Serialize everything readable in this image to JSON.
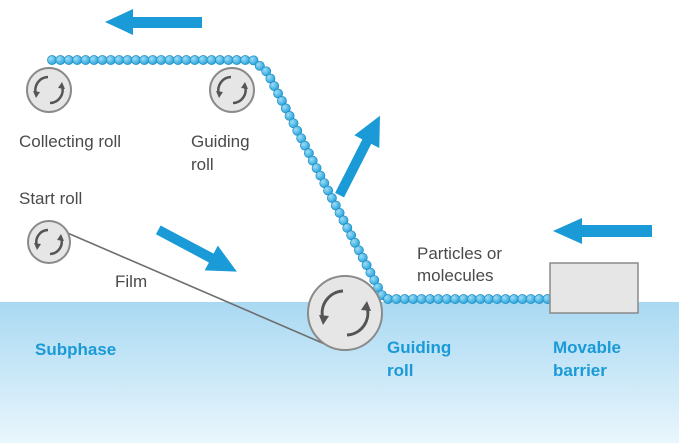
{
  "labels": {
    "collecting_roll": "Collecting roll",
    "guiding_roll_top_line1": "Guiding",
    "guiding_roll_top_line2": "roll",
    "start_roll": "Start roll",
    "film": "Film",
    "particles_line1": "Particles or",
    "particles_line2": "molecules",
    "subphase": "Subphase",
    "guiding_roll_bottom_line1": "Guiding",
    "guiding_roll_bottom_line2": "roll",
    "movable_barrier_line1": "Movable",
    "movable_barrier_line2": "barrier"
  },
  "colors": {
    "subphase_top": "#a9d9f2",
    "subphase_bottom": "#e9f6fd",
    "arrow": "#1a9ad6",
    "particle": "#29a6dd",
    "particle_highlight": "#9fdcf6",
    "roll_fill": "#e6e6e6",
    "roll_stroke": "#8a8a8a",
    "film": "#6e6e6e",
    "barrier_fill": "#e6e6e6",
    "label_dark": "#4a4a4a",
    "label_blue": "#1a9ad6"
  },
  "icons": {
    "rotation": "circular-arrows-icon",
    "flow_direction": "block-arrow-icon"
  }
}
